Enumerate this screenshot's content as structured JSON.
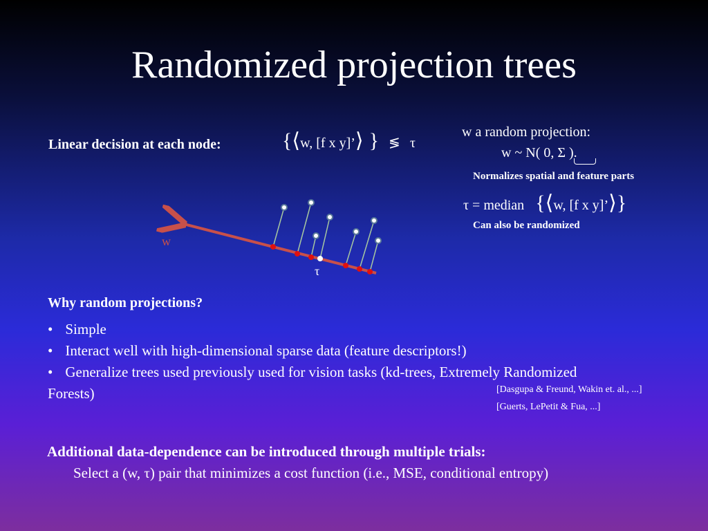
{
  "title": "Randomized projection trees",
  "linear_decision": {
    "label": "Linear decision at each node:",
    "brace_open": "{",
    "angle_open": "⟨",
    "inner": "w, [f  x y]’",
    "angle_close": "⟩",
    "brace_close": "}",
    "relation": "≶",
    "tau": "τ"
  },
  "projection_info": {
    "line1": "w  a random projection:",
    "line2": "w  ~  N( 0, Σ ).",
    "note1": "Normalizes spatial and feature parts",
    "tau_line": "τ   =   median",
    "median_brace_open": "{",
    "median_angle_open": "⟨",
    "median_inner": "w, [f  x y]’",
    "median_angle_close": "⟩",
    "median_brace_close": "}",
    "note2": "Can also be randomized"
  },
  "diagram": {
    "w_label": "w",
    "tau_label": "τ",
    "colors": {
      "axis": "#c8504a",
      "point_fill": "#ffffff",
      "point_stroke": "#5a7a9a",
      "projected": "#e01010",
      "stem": "#a8c8a0"
    }
  },
  "why": {
    "heading": "Why random projections?",
    "bullet": "•",
    "items": [
      "Simple",
      "Interact well with high-dimensional sparse data  (feature descriptors!)",
      "Generalize  trees used previously used for vision tasks (kd-trees, Extremely Randomized"
    ],
    "item3_cont": "Forests)",
    "cite1": "[Dasgupa & Freund, Wakin et. al., ...]",
    "cite2": "[Guerts, LePetit & Fua, ...]"
  },
  "additional": {
    "heading": "Additional data-dependence can be introduced through multiple trials:",
    "line": "Select a (w, τ) pair that minimizes a cost function (i.e., MSE, conditional entropy)"
  }
}
